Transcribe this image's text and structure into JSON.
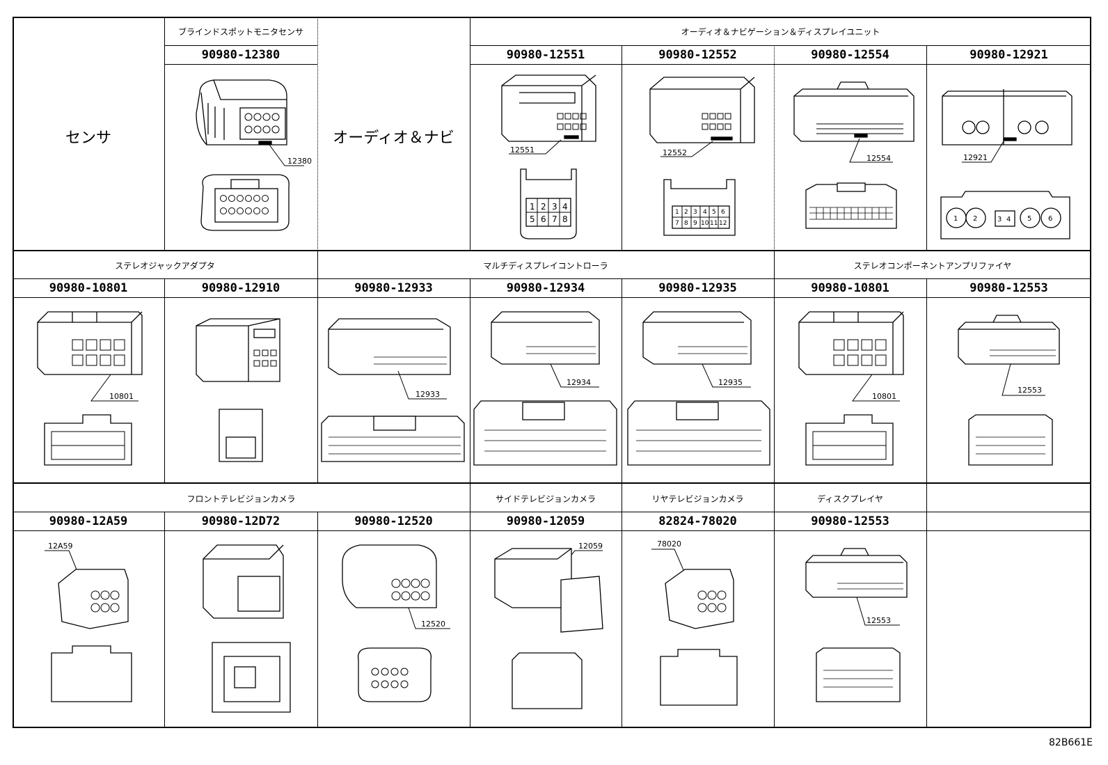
{
  "left_title": "センサ",
  "audio_nav_label": "オーディオ＆ナビ",
  "row1": {
    "sensor_category": "ブラインドスポットモニタセンサ",
    "sensor_part": "90980-12380",
    "sensor_callout": "12380",
    "audio_category": "オーディオ＆ナビゲーション＆ディスプレイユニット",
    "audio_parts": [
      {
        "part": "90980-12551",
        "callout": "12551",
        "pins": [
          "1",
          "2",
          "3",
          "4",
          "5",
          "6",
          "7",
          "8"
        ]
      },
      {
        "part": "90980-12552",
        "callout": "12552",
        "pins": [
          "1",
          "2",
          "3",
          "4",
          "5",
          "6",
          "7",
          "8",
          "9",
          "10",
          "11",
          "12"
        ]
      },
      {
        "part": "90980-12554",
        "callout": "12554"
      },
      {
        "part": "90980-12921",
        "callout": "12921",
        "pins": [
          "1",
          "2",
          "3",
          "4",
          "5",
          "6"
        ]
      }
    ]
  },
  "row2": {
    "stereo_jack_category": "ステレオジャックアダプタ",
    "multi_display_category": "マルチディスプレイコントローラ",
    "stereo_amp_category": "ステレオコンポーネントアンプリファイヤ",
    "parts": [
      {
        "part": "90980-10801",
        "callout": "10801"
      },
      {
        "part": "90980-12910"
      },
      {
        "part": "90980-12933",
        "callout": "12933"
      },
      {
        "part": "90980-12934",
        "callout": "12934"
      },
      {
        "part": "90980-12935",
        "callout": "12935"
      },
      {
        "part": "90980-10801",
        "callout": "10801"
      },
      {
        "part": "90980-12553",
        "callout": "12553"
      }
    ]
  },
  "row3": {
    "front_camera_category": "フロントテレビジョンカメラ",
    "side_camera_category": "サイドテレビジョンカメラ",
    "rear_camera_category": "リヤテレビジョンカメラ",
    "disc_player_category": "ディスクプレイヤ",
    "parts": [
      {
        "part": "90980-12A59",
        "callout": "12A59"
      },
      {
        "part": "90980-12D72"
      },
      {
        "part": "90980-12520",
        "callout": "12520"
      },
      {
        "part": "90980-12059",
        "callout": "12059"
      },
      {
        "part": "82824-78020",
        "callout": "78020"
      },
      {
        "part": "90980-12553",
        "callout": "12553"
      }
    ]
  },
  "figure_code": "82B661E"
}
